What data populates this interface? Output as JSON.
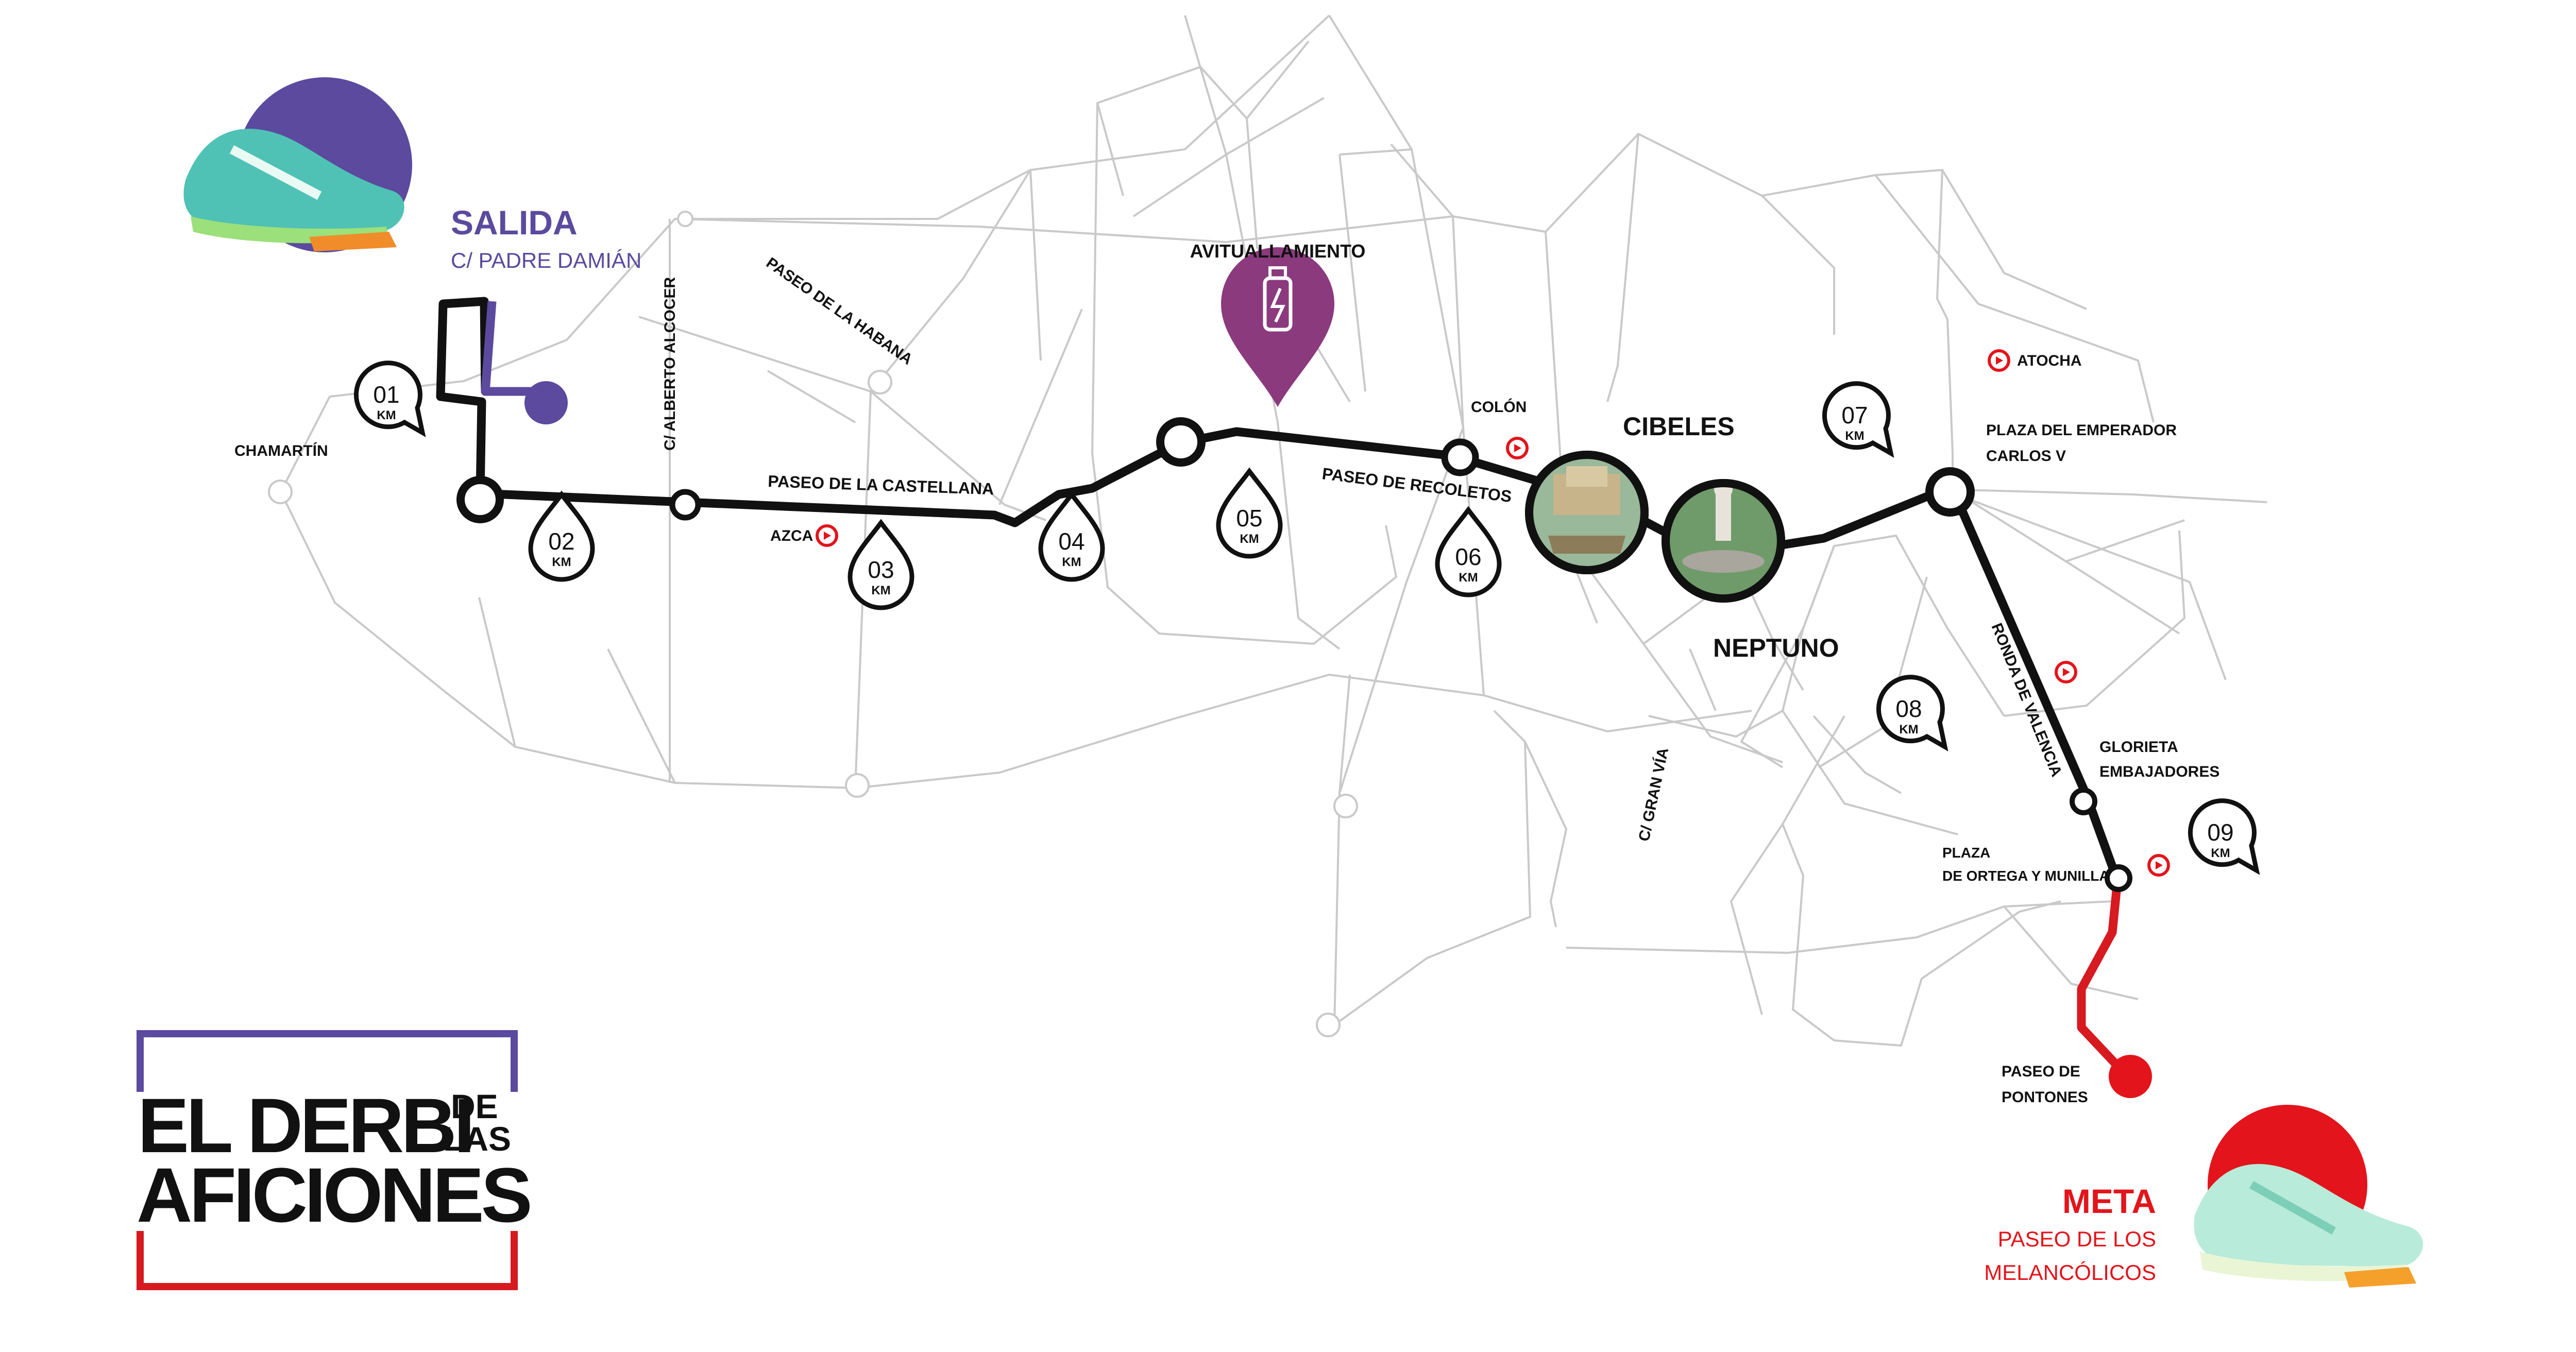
{
  "start": {
    "title": "SALIDA",
    "street": "C/ PADRE DAMIÁN"
  },
  "finish": {
    "title": "META",
    "street_line1": "PASEO DE LOS",
    "street_line2": "MELANCÓLICOS"
  },
  "aid_station": {
    "label": "AVITUALLAMIENTO",
    "icon": "water-bottle-icon"
  },
  "landmarks": {
    "cibeles": "CIBELES",
    "neptuno": "NEPTUNO",
    "chamartin": "CHAMARTÍN",
    "azca": "AZCA",
    "colon": "COLÓN",
    "atocha": "ATOCHA",
    "plaza_emperador_1": "PLAZA DEL EMPERADOR",
    "plaza_emperador_2": "CARLOS V",
    "glorieta_1": "GLORIETA",
    "glorieta_2": "EMBAJADORES",
    "plaza_ortega_1": "PLAZA",
    "plaza_ortega_2": "DE ORTEGA Y MUNILLA",
    "pontones_1": "PASEO DE",
    "pontones_2": "PONTONES"
  },
  "streets": {
    "alberto_alcocer": "C/ ALBERTO ALCOCER",
    "habana": "PASEO DE LA HABANA",
    "castellana": "PASEO DE LA CASTELLANA",
    "recoletos": "PASEO DE RECOLETOS",
    "gran_via": "C/ GRAN VÍA",
    "ronda_valencia": "RONDA DE VALENCIA"
  },
  "km_markers": [
    {
      "num": "01",
      "unit": "KM"
    },
    {
      "num": "02",
      "unit": "KM"
    },
    {
      "num": "03",
      "unit": "KM"
    },
    {
      "num": "04",
      "unit": "KM"
    },
    {
      "num": "05",
      "unit": "KM"
    },
    {
      "num": "06",
      "unit": "KM"
    },
    {
      "num": "07",
      "unit": "KM"
    },
    {
      "num": "08",
      "unit": "KM"
    },
    {
      "num": "09",
      "unit": "KM"
    }
  ],
  "logo": {
    "line1": "EL DERBI",
    "de": "DE",
    "las": "LAS",
    "line2": "AFICIONES"
  },
  "colors": {
    "route": "#111111",
    "route_final": "#d71920",
    "start_accent": "#5b4a9e",
    "finish_accent": "#e3141b",
    "aid_station": "#8b3a7e",
    "roads": "#c9c9c9",
    "metro": "#e3141b"
  }
}
